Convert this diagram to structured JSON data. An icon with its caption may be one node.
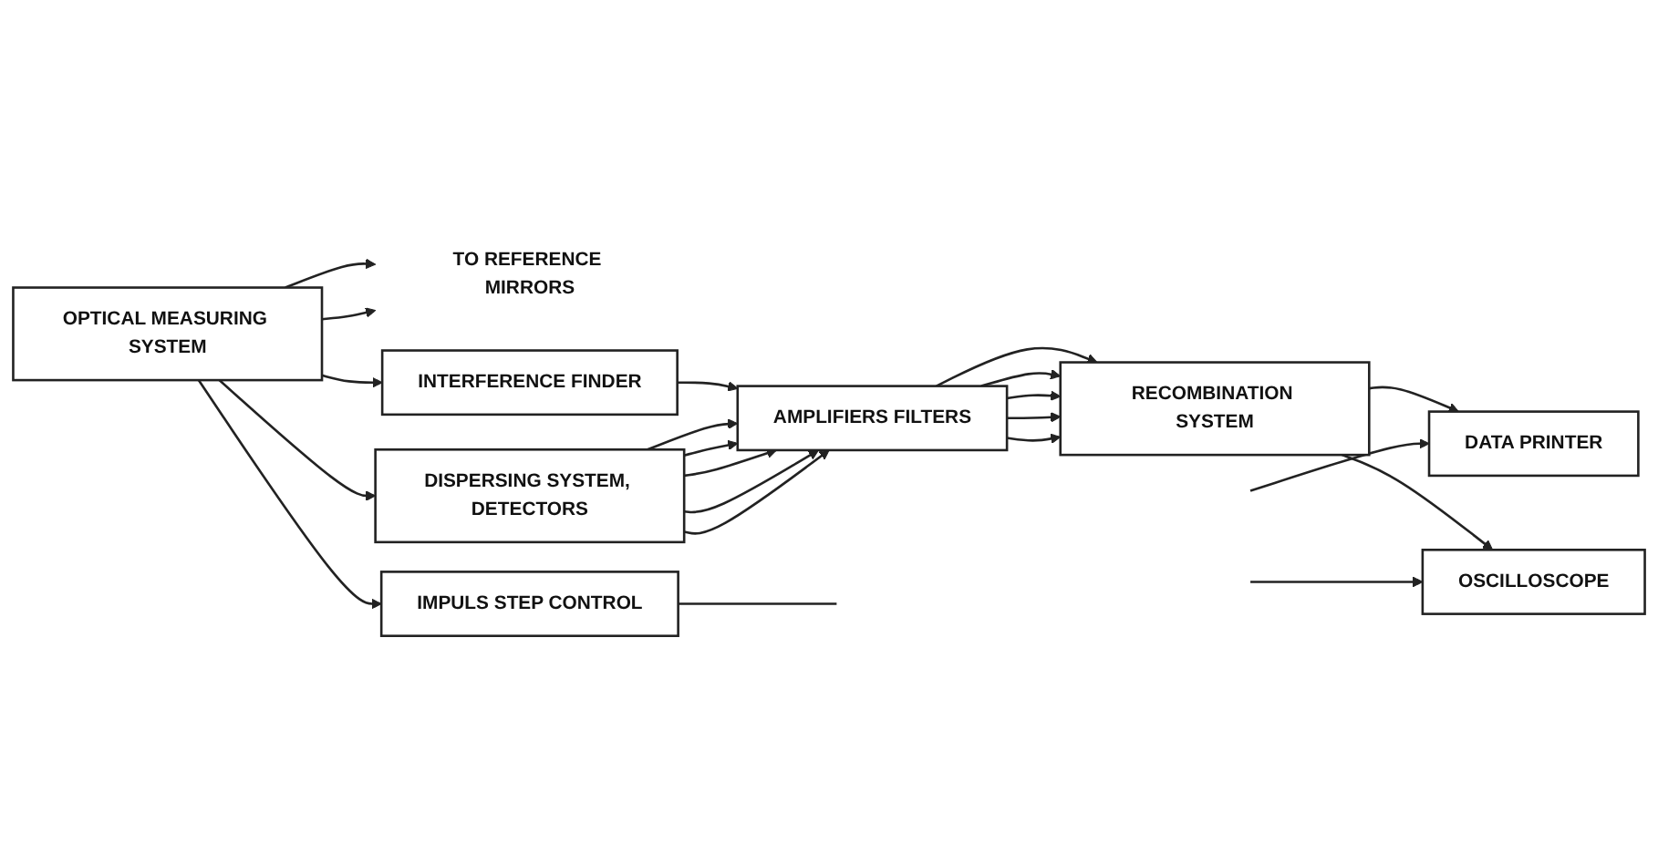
{
  "diagram": {
    "nodes": [
      {
        "text": [
          "TO REFERENCE MIRRORS"
        ]
      },
      {
        "text": [
          "OPTICAL MEASURING SYSTEM"
        ]
      },
      {
        "text": [
          "IMPULS STEP CONTROL"
        ]
      },
      {
        "text": [
          "INTERFERENCE FINDER"
        ]
      },
      {
        "text": [
          "DISPERSING SYSTEM, DETECTORS"
        ]
      },
      {
        "text": [
          "AMPLIFIERS FILTERS"
        ]
      },
      {
        "text": [
          "RECOMBINATION SYSTEM"
        ]
      },
      {
        "text": [
          "DATA PRINTER"
        ]
      },
      {
        "text": [
          "OSCILLOSCOPE"
        ]
      }
    ],
    "edges": [
      {
        "from": 1,
        "to": 0,
        "arrow": "to"
      },
      {
        "from": 1,
        "to": 0,
        "arrow": "to"
      },
      {
        "from": 1,
        "to": 4,
        "arrow": "to"
      },
      {
        "from": 1,
        "to": 2,
        "arrow": "to"
      },
      {
        "from": 1,
        "to": 3,
        "arrow": "to"
      },
      {
        "from": 2,
        "to": null,
        "arrow": "none"
      },
      {
        "from": 3,
        "to": 5,
        "arrow": "to"
      },
      {
        "from": 4,
        "to": 5,
        "arrow": "to"
      },
      {
        "from": 4,
        "to": 5,
        "arrow": "to"
      },
      {
        "from": 4,
        "to": 5,
        "arrow": "to"
      },
      {
        "from": 4,
        "to": 5,
        "arrow": "to"
      },
      {
        "from": 4,
        "to": 5,
        "arrow": "to"
      },
      {
        "from": 5,
        "to": 6,
        "arrow": "to"
      },
      {
        "from": 5,
        "to": 6,
        "arrow": "to"
      },
      {
        "from": 5,
        "to": 6,
        "arrow": "to"
      },
      {
        "from": 5,
        "to": 6,
        "arrow": "to"
      },
      {
        "from": 5,
        "to": 6,
        "arrow": "to"
      },
      {
        "from": 6,
        "to": 7,
        "arrow": "to"
      },
      {
        "from": 6,
        "to": 8,
        "arrow": "to"
      },
      {
        "from": null,
        "to": 8,
        "arrow": "to"
      },
      {
        "from": null,
        "to": 7,
        "arrow": "to"
      }
    ]
  }
}
